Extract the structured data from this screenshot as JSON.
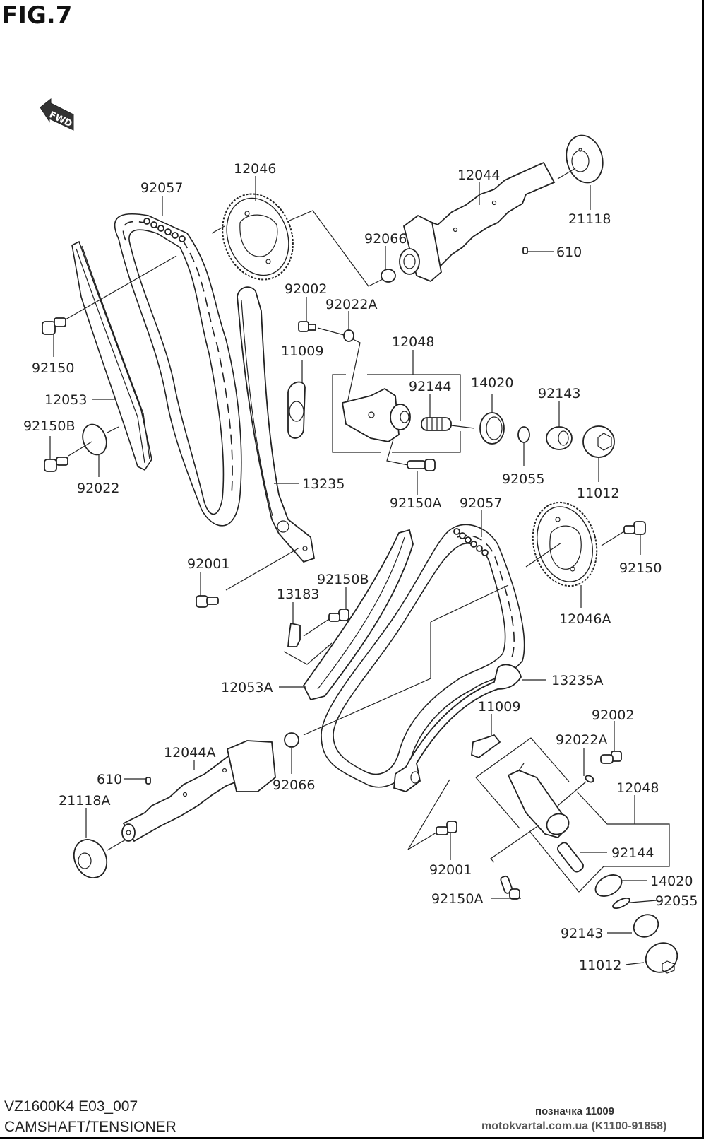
{
  "figure": {
    "title": "FIG.7",
    "fwd_label": "FWD"
  },
  "labels": {
    "p12046": "12046",
    "p92057": "92057",
    "p12044": "12044",
    "p21118": "21118",
    "p92066": "92066",
    "p610": "610",
    "p92002": "92002",
    "p92022A": "92022A",
    "p92150": "92150",
    "p11009": "11009",
    "p12048": "12048",
    "p92144": "92144",
    "p14020": "14020",
    "p92143": "92143",
    "p12053": "12053",
    "p92150B": "92150B",
    "p92022": "92022",
    "p92055": "92055",
    "p11012": "11012",
    "p13235": "13235",
    "p92150A": "92150A",
    "p92057b": "92057",
    "p92001": "92001",
    "p92150b2": "92150B",
    "p92150r": "92150",
    "p13183": "13183",
    "p12046A": "12046A",
    "p12053A": "12053A",
    "p13235A": "13235A",
    "p11009b": "11009",
    "p92002b": "92002",
    "p12044A": "12044A",
    "p92022Ab": "92022A",
    "p610b": "610",
    "p92066b": "92066",
    "p12048b": "12048",
    "p21118A": "21118A",
    "p92144b": "92144",
    "p92001b": "92001",
    "p14020b": "14020",
    "p92150Ab": "92150A",
    "p92055b": "92055",
    "p92143b": "92143",
    "p11012b": "11012"
  },
  "footer": {
    "model_code": "VZ1600K4 E03_007",
    "section_name": "CAMSHAFT/TENSIONER",
    "reference": "позначка 11009",
    "site": "motokvartal.com.ua (K1100-91858)"
  }
}
